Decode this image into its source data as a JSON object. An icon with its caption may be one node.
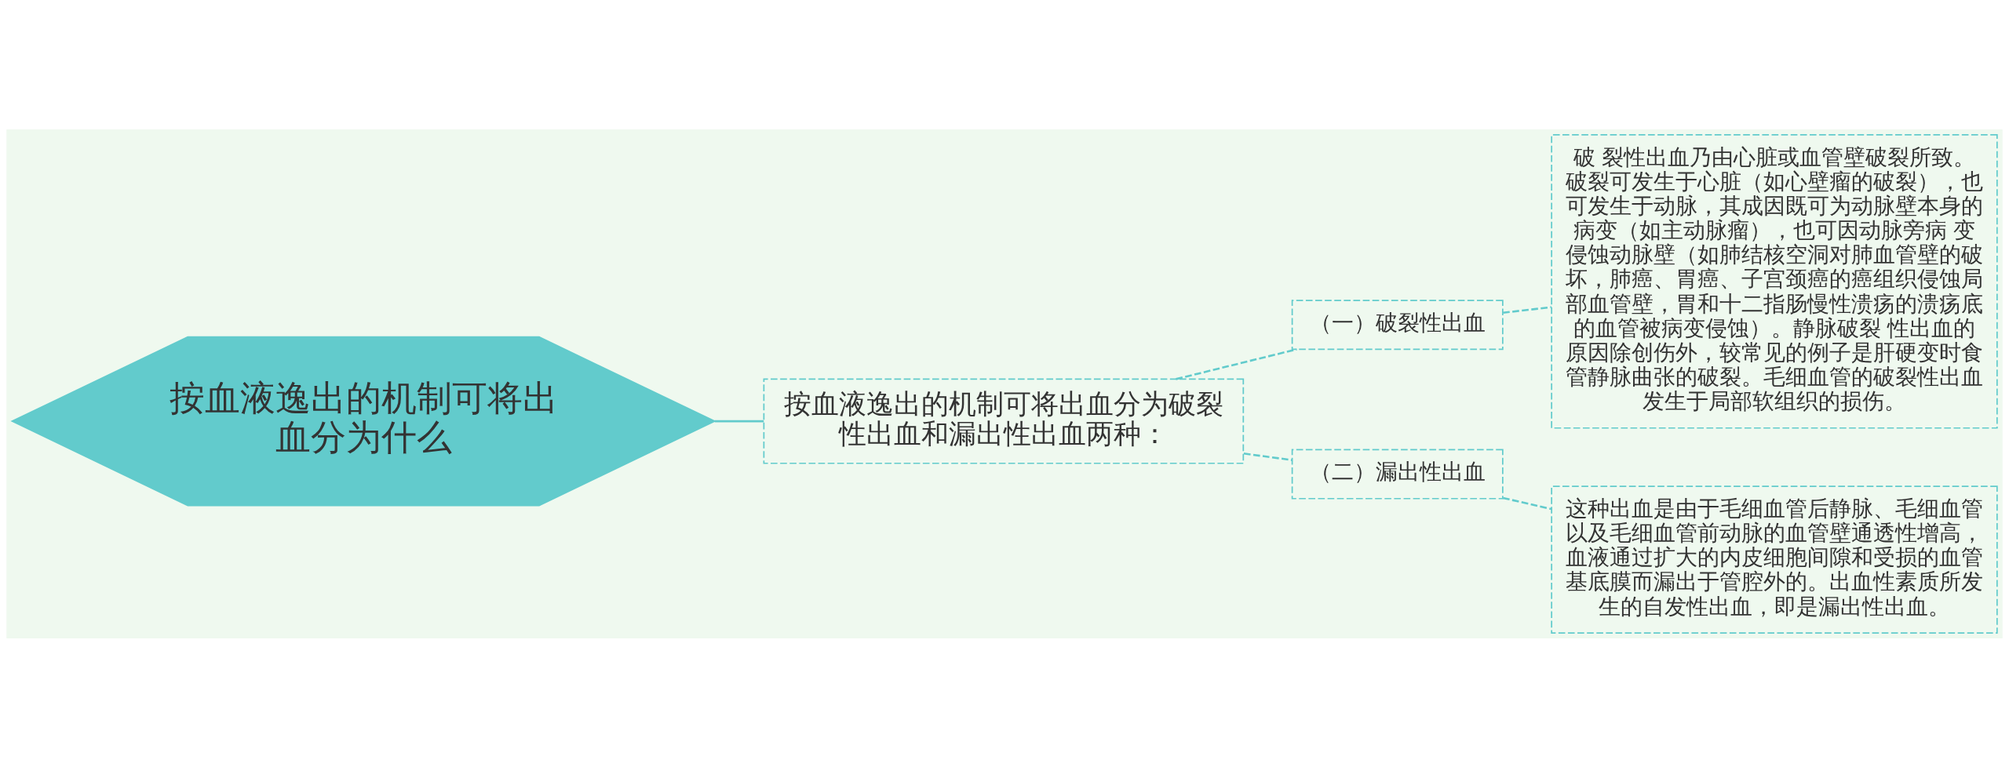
{
  "diagram": {
    "nodes": [
      {
        "text": [
          "按血液逸出的机制可将出血分为什么"
        ]
      },
      {
        "text": [
          "按血液逸出的机制可将出血分为破裂性出血和漏出性出血两种："
        ]
      },
      {
        "text": [
          "（一）破裂性出血"
        ]
      },
      {
        "text": [
          "破 裂性出血乃由心脏或血管壁破裂所致。破裂可发生于心脏（如心壁瘤的破裂），也可发生于动脉，其成因既可为动脉壁本身的病变（如主动脉瘤），也可因动脉旁病 变侵蚀动脉壁（如肺结核空洞对肺血管壁的破坏，肺癌、胃癌、子宫颈癌的癌组织侵蚀局部血管壁，胃和十二指肠慢性溃疡的溃疡底的血管被病变侵蚀）。静脉破裂 性出血的原因除创伤外，较常见的例子是肝硬变时食管静脉曲张的破裂。毛细血管的破裂性出血发生于局部软组织的损伤。"
        ]
      },
      {
        "text": [
          "（二）漏出性出血"
        ]
      },
      {
        "text": [
          "这种出血是由于毛细血管后静脉、毛细血管以及毛细血管前动脉的血管壁通透性增高，血液通过扩大的内皮细胞间隙和受损的血管基底膜而漏出于管腔外的。出血性素质所发生的自发性出血，即是漏出性出血。"
        ]
      }
    ],
    "edges": [
      {
        "from": 0,
        "to": 1,
        "arrow": "none"
      },
      {
        "from": 1,
        "to": 2,
        "arrow": "none",
        "style": "dashed"
      },
      {
        "from": 1,
        "to": 4,
        "arrow": "none",
        "style": "dashed"
      },
      {
        "from": 2,
        "to": 3,
        "arrow": "none",
        "style": "dashed"
      },
      {
        "from": 4,
        "to": 5,
        "arrow": "none",
        "style": "dashed"
      }
    ]
  }
}
